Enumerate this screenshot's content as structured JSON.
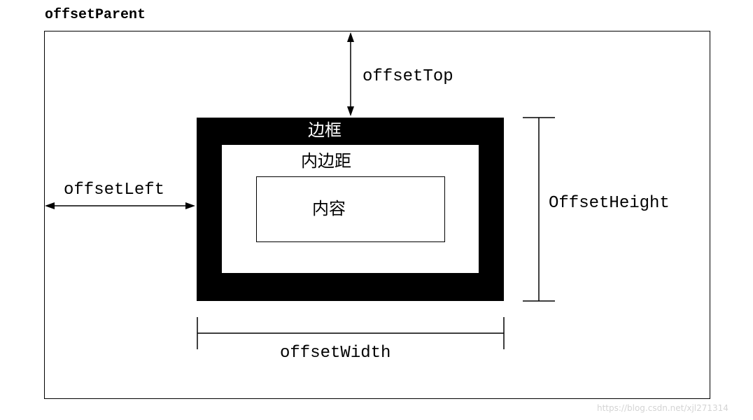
{
  "title": "offsetParent",
  "labels": {
    "border": "边框",
    "padding": "内边距",
    "content": "内容",
    "offset_top": "offsetTop",
    "offset_left": "offsetLeft",
    "offset_height": "OffsetHeight",
    "offset_width": "offsetWidth"
  },
  "watermark": "https://blog.csdn.net/xjl271314"
}
